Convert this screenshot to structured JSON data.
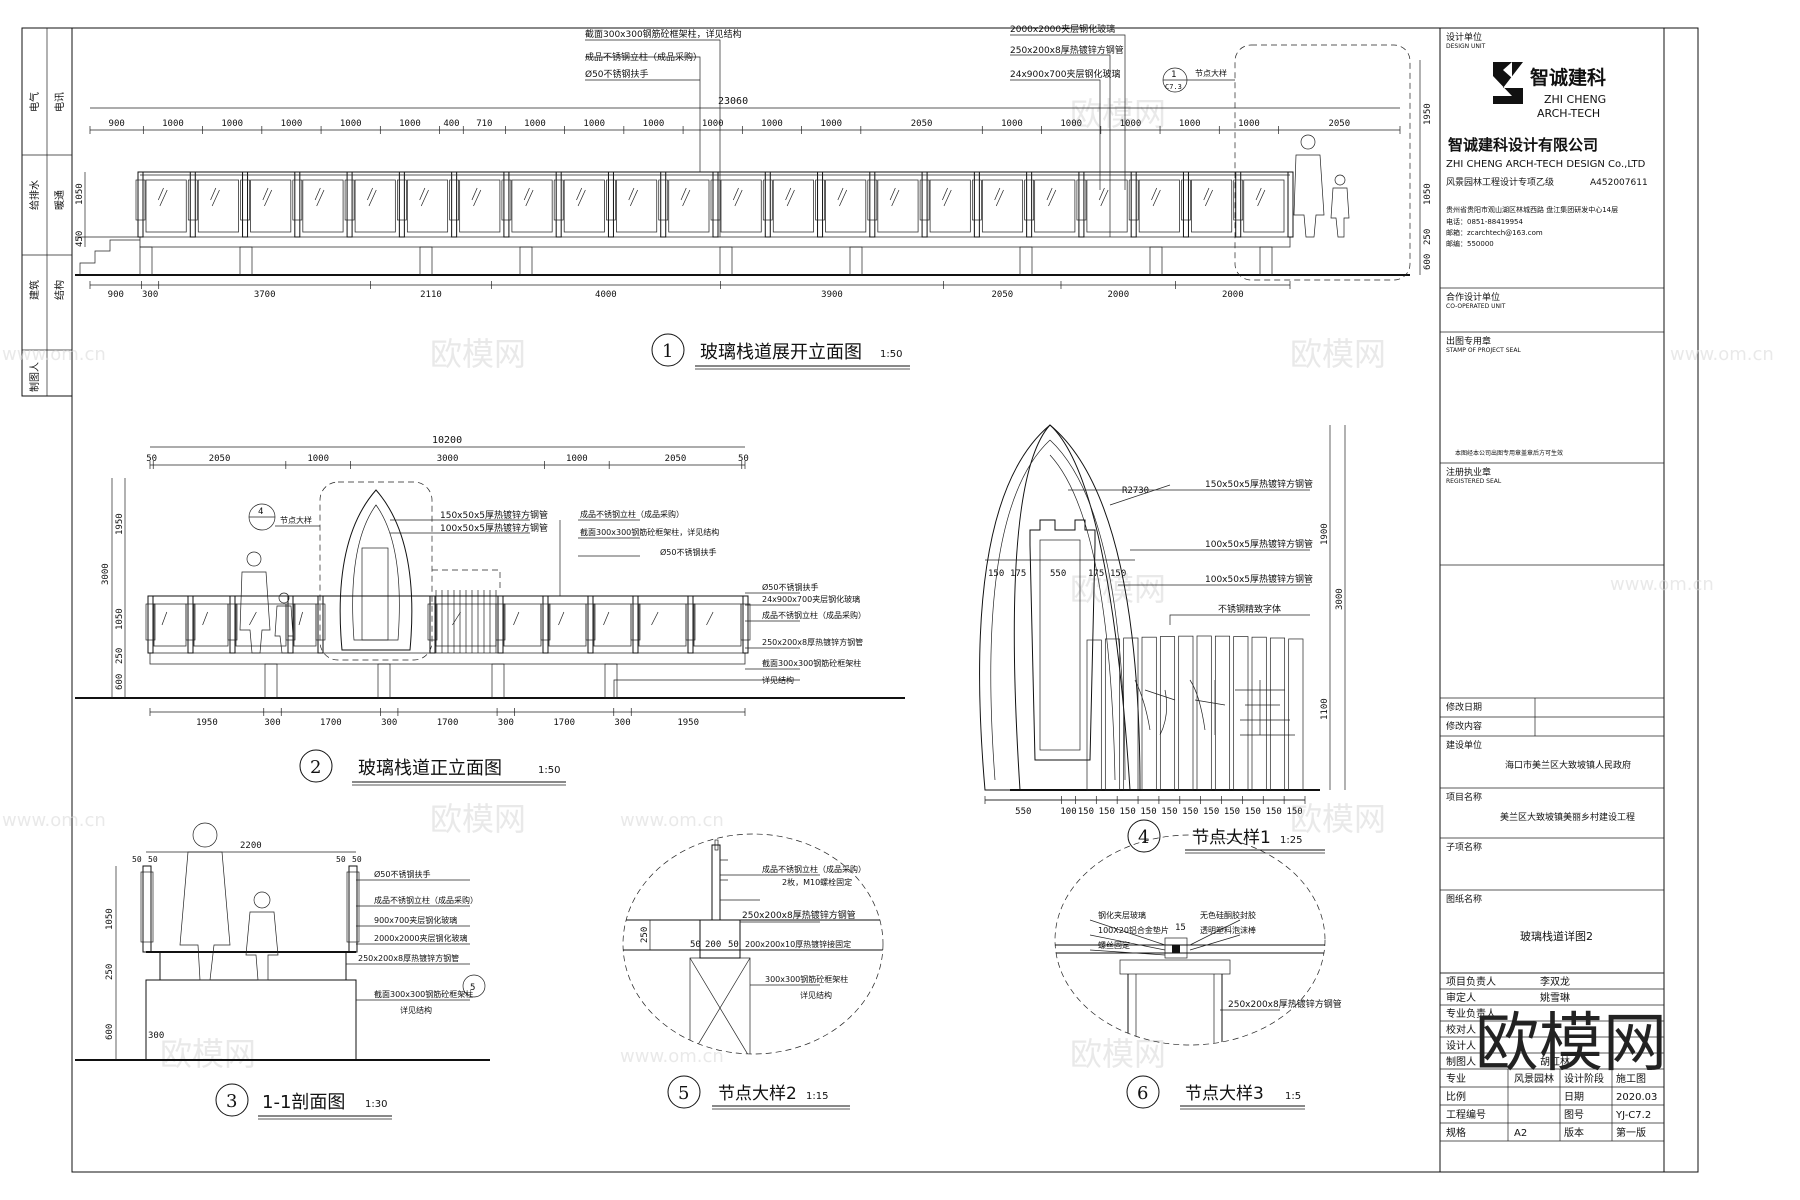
{
  "drawings": {
    "d1": {
      "num": "1",
      "title": "玻璃栈道展开立面图",
      "scale": "1:50"
    },
    "d2": {
      "num": "2",
      "title": "玻璃栈道正立面图",
      "scale": "1:50"
    },
    "d3": {
      "num": "3",
      "title": "1-1剖面图",
      "scale": "1:30"
    },
    "d4": {
      "num": "4",
      "title": "节点大样1",
      "scale": "1:25"
    },
    "d5": {
      "num": "5",
      "title": "节点大样2",
      "scale": "1:15"
    },
    "d6": {
      "num": "6",
      "title": "节点大样3",
      "scale": "1:5"
    }
  },
  "d1": {
    "total": "23060",
    "top_dims": [
      "900",
      "1000",
      "1000",
      "1000",
      "1000",
      "1000",
      "400",
      "710",
      "1000",
      "1000",
      "1000",
      "1000",
      "1000",
      "1000",
      "2050",
      "1000",
      "1000",
      "1000",
      "1000",
      "1000",
      "2050"
    ],
    "bottom_dims": [
      "900",
      "300",
      "3700",
      "2110",
      "4000",
      "3900",
      "2050",
      "2000",
      "2000"
    ],
    "left_dims": [
      "1050",
      "450"
    ],
    "right_dims": [
      "1950",
      "1050",
      "250",
      "600"
    ],
    "callouts": [
      "截面300x300钢筋砼框架柱，详见结构",
      "成品不锈钢立柱（成品采购）",
      "Ø50不锈钢扶手",
      "2000x2000夹层钢化玻璃",
      "250x200x8厚热镀锌方钢管",
      "24x900x700夹层钢化玻璃",
      "节点大样"
    ],
    "detail_tag": "1",
    "detail_sheet": "C7.3"
  },
  "d2": {
    "total": "10200",
    "top_dims": [
      "50",
      "2050",
      "1000",
      "3000",
      "1000",
      "2050",
      "50"
    ],
    "bottom_dims": [
      "1950",
      "300",
      "1700",
      "300",
      "1700",
      "300",
      "1700",
      "300",
      "1950"
    ],
    "left_dims": [
      "3000",
      "1950",
      "1050",
      "250",
      "600"
    ],
    "tag_num": "4",
    "tag_label": "节点大样",
    "callouts_mid": [
      "150x50x5厚热镀锌方钢管",
      "100x50x5厚热镀锌方钢管"
    ],
    "callouts_right": [
      "成品不锈钢立柱（成品采购）",
      "截面300x300钢筋砼框架柱，详见结构",
      "Ø50不锈钢扶手",
      "Ø50不锈钢扶手",
      "24x900x700夹层钢化玻璃",
      "成品不锈钢立柱（成品采购）",
      "250x200x8厚热镀锌方钢管",
      "截面300x300钢筋砼框架柱",
      "详见结构"
    ]
  },
  "d3": {
    "dims_top": [
      "2200",
      "50",
      "50",
      "50",
      "50"
    ],
    "dims_left": [
      "1050",
      "250",
      "600"
    ],
    "dim_col": "300",
    "section_tag": "5",
    "callouts": [
      "Ø50不锈钢扶手",
      "成品不锈钢立柱（成品采购）",
      "900x700夹层钢化玻璃",
      "2000x2000夹层钢化玻璃",
      "250x200x8厚热镀锌方钢管",
      "截面300x300钢筋砼框架柱",
      "详见结构"
    ]
  },
  "d4": {
    "radius": "R2730",
    "dims_top": [
      "150",
      "175",
      "550",
      "175",
      "150"
    ],
    "dims_bottom": [
      "550",
      "100",
      "150",
      "150",
      "150",
      "150",
      "150",
      "150",
      "150",
      "150",
      "150",
      "150",
      "150"
    ],
    "dims_right": [
      "1900",
      "3000",
      "1100"
    ],
    "callouts": [
      "150x50x5厚热镀锌方钢管",
      "100x50x5厚热镀锌方钢管",
      "100x50x5厚热镀锌方钢管",
      "不锈钢精致字体"
    ]
  },
  "d5": {
    "dims": [
      "250",
      "50",
      "200",
      "50"
    ],
    "callouts": [
      "成品不锈钢立柱（成品采购）",
      "2枚，M10螺栓固定",
      "250x200x8厚热镀锌方钢管",
      "200x200x10厚热镀锌接固定",
      "300x300钢筋砼框架柱",
      "详见结构"
    ]
  },
  "d6": {
    "dim": "15",
    "callouts_left": [
      "钢化夹层玻璃",
      "100X20铝合金垫片",
      "螺丝固定"
    ],
    "callouts_right": [
      "无色硅酮胶封胶",
      "透明塑料泡沫棒"
    ],
    "callout_bottom": "250x200x8厚热镀锌方钢管"
  },
  "left_strip": [
    "电气",
    "电讯",
    "给排水",
    "暖通",
    "建筑",
    "结构",
    "制图人"
  ],
  "title_block": {
    "design_unit_label": "设计单位",
    "design_unit_en": "DESIGN UNIT",
    "logo_cn": "智诚建科",
    "logo_en1": "ZHI CHENG",
    "logo_en2": "ARCH-TECH",
    "company_cn": "智诚建科设计有限公司",
    "company_en": "ZHI CHENG ARCH-TECH DESIGN Co.,LTD",
    "qualification": "风景园林工程设计专项乙级",
    "cert_no": "A452007611",
    "address": "贵州省贵阳市观山湖区林城西路 盘江集团研发中心14层",
    "email": "电话：0851-88419954",
    "mail2": "邮箱：zcarchtech@163.com",
    "postcode": "邮编：550000",
    "coop_label": "合作设计单位",
    "coop_en": "CO-OPERATED UNIT",
    "chutu_label": "出图专用章",
    "chutu_en": "STAMP OF PROJECT SEAL",
    "stamp_note": "本图经本公司出图专用章盖章后方可生效",
    "reg_label": "注册执业章",
    "reg_en": "REGISTERED SEAL",
    "rev_label1": "修改日期",
    "rev_label2": "修改内容",
    "client_label": "建设单位",
    "client": "海口市美兰区大致坡镇人民政府",
    "project_label": "项目名称",
    "project": "美兰区大致坡镇美丽乡村建设工程",
    "sub_label": "子项名称",
    "drawing_label": "图纸名称",
    "drawing_name": "玻璃栈道详图2",
    "rows": [
      {
        "k": "项目负责人",
        "v": "李双龙"
      },
      {
        "k": "审定人",
        "v": "姚雪琳"
      },
      {
        "k": "专业负责人",
        "v": ""
      },
      {
        "k": "校对人",
        "v": ""
      },
      {
        "k": "设计人",
        "v": ""
      },
      {
        "k": "制图人",
        "v": "胡红林"
      }
    ],
    "spec_label": "专业",
    "spec": "风景园林",
    "stage_label": "设计阶段",
    "stage": "施工图",
    "scale_label": "比例",
    "date_label": "日期",
    "date": "2020.03",
    "no_label": "工程编号",
    "sheet_label": "图号",
    "sheet": "YJ-C7.2",
    "size_label": "规格",
    "size": "A2",
    "ver_label": "版本",
    "ver": "第一版"
  },
  "watermark": {
    "cn": "欧模网",
    "url": "www.om.cn"
  }
}
